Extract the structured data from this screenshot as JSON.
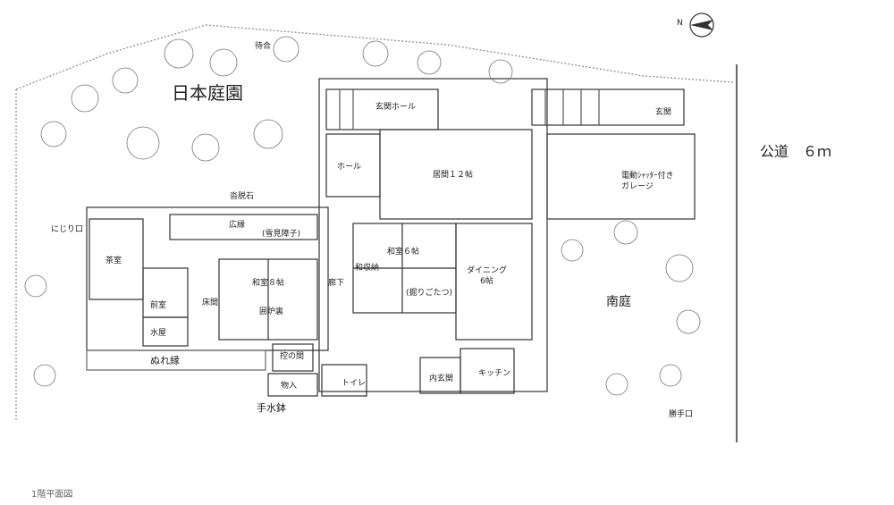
{
  "diagram": {
    "caption": "1階平面図",
    "compass_letter": "N",
    "road": "公道　６ｍ",
    "labels": {
      "japanese_garden": "日本庭園",
      "waiting_arbor": "待合",
      "entrance_hall": "玄関ホール",
      "entrance": "玄関",
      "hall": "ホール",
      "living": "居間１２帖",
      "garage": "電動ｼｬｯﾀｰ付き\nガレージ",
      "kutsunugi": "沓脱石",
      "hiroen": "広縁",
      "yukimi": "(雪見障子)",
      "nijiriguchi": "にじり口",
      "chashitsu": "茶室",
      "washitsu8": "和室８帖",
      "tokonoma": "床間",
      "irori": "囲炉裏",
      "maeshitsu": "前室",
      "mizuya": "水屋",
      "rouka": "廊下",
      "washitsu6": "和室６帖",
      "wa_shuno": "和収納",
      "horigotatsu": "(掘りごたつ)",
      "dining": "ダイニング\n6帖",
      "minami_niwa": "南庭",
      "nureen": "ぬれ縁",
      "sekinoma": "控の間",
      "monoire": "物入",
      "toilet": "トイレ",
      "uchigenkan": "内玄関",
      "kitchen": "キッチン",
      "chozubachi": "手水鉢",
      "kattekuchi": "勝手口"
    }
  }
}
